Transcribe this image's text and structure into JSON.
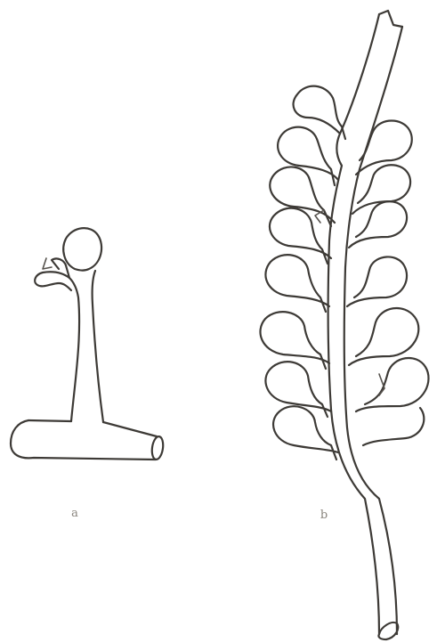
{
  "plate": {
    "figures": [
      {
        "id": "a",
        "label": "a"
      },
      {
        "id": "b",
        "label": "b"
      }
    ]
  },
  "colors": {
    "background": "#ffffff",
    "line": "#3d3a36",
    "label": "#8a857e"
  }
}
